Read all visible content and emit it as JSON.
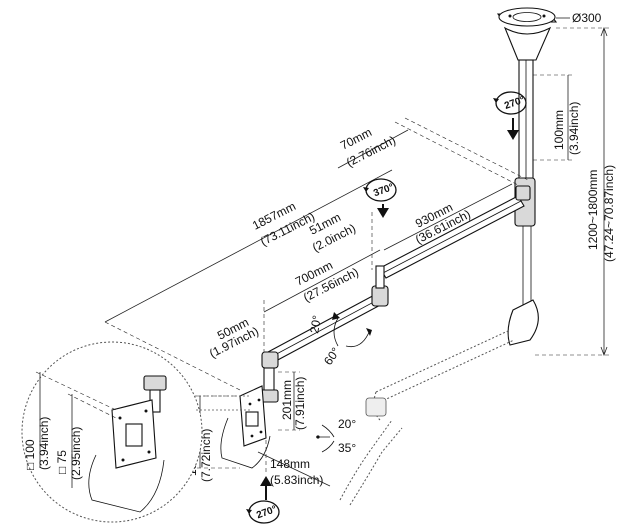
{
  "labels": {
    "plate_diameter": "Ø300",
    "height_range_mm": "1200~1800mm",
    "height_range_inch": "(47.24~70.87inch)",
    "pole_offset_mm": "100mm",
    "pole_offset_inch": "(3.94inch)",
    "rotation_top": "270°",
    "arm_width_mm": "70mm",
    "arm_width_inch": "(2.76inch)",
    "total_reach_mm": "1857mm",
    "total_reach_inch": "(73.11inch)",
    "rotation_mid": "370°",
    "offset_51_mm": "51mm",
    "offset_51_inch": "(2.0inch)",
    "arm1_mm": "930mm",
    "arm1_inch": "(36.61inch)",
    "arm2_mm": "700mm",
    "arm2_inch": "(27.56inch)",
    "offset_50_mm": "50mm",
    "offset_50_inch": "(1.97inch)",
    "angle_up": "20°",
    "angle_down": "60°",
    "head_drop_mm": "201mm",
    "head_drop_inch": "(7.91inch)",
    "tilt_up": "20°",
    "tilt_down": "35°",
    "bracket_height_mm": "196mm",
    "bracket_height_inch": "(7.72inch)",
    "head_depth_mm": "148mm",
    "head_depth_inch": "(5.83inch)",
    "rotation_bottom": "270°",
    "vesa_100_mm": "□ 100",
    "vesa_100_inch": "(3.94inch)",
    "vesa_75_mm": "□ 75",
    "vesa_75_inch": "(2.95inch)"
  }
}
